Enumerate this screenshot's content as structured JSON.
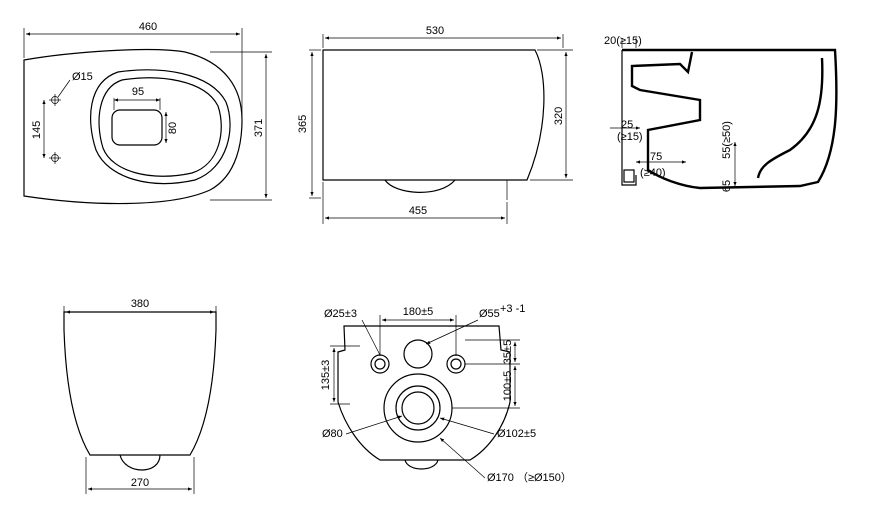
{
  "labels": {
    "top_width": "460",
    "top_height": "371",
    "top_hole_dia": "Ø15",
    "top_hole_spacing": "145",
    "top_outlet_w": "95",
    "top_outlet_h": "80",
    "side_top": "530",
    "side_left": "365",
    "side_right": "320",
    "side_bottom": "455",
    "sec_20": "20(≥15)",
    "sec_25": "25",
    "sec_25b": "(≥15)",
    "sec_75": "75",
    "sec_40": "(≥40)",
    "sec_55": "55(≥50)",
    "sec_65": "65",
    "front_top": "380",
    "front_bottom": "270",
    "rear_a": "Ø25±3",
    "rear_b": "180±5",
    "rear_c": "Ø55",
    "rear_c_tol": "+3 -1",
    "rear_d": "135±3",
    "rear_e": "35±5",
    "rear_f": "100±5",
    "rear_g": "Ø80",
    "rear_h": "Ø102±5",
    "rear_i": "Ø170 （≥Ø150）"
  },
  "colors": {
    "line": "#000000",
    "background": "#ffffff"
  }
}
